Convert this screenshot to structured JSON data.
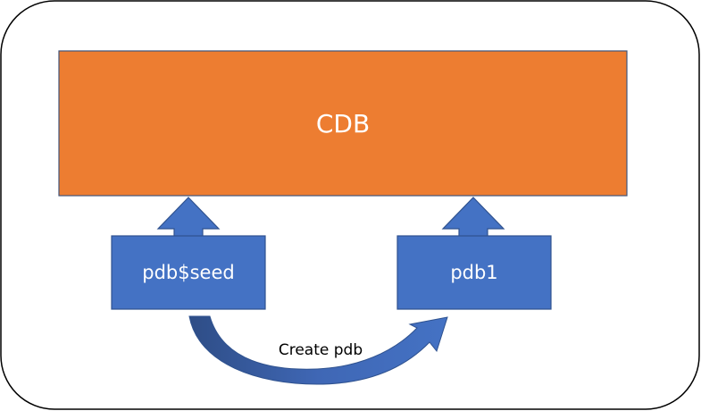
{
  "diagram": {
    "cdb": {
      "label": "CDB"
    },
    "seed": {
      "label": "pdb$seed"
    },
    "pdb1": {
      "label": "pdb1"
    },
    "create_arrow": {
      "label": "Create pdb"
    }
  },
  "colors": {
    "cdb_fill": "#ED7D31",
    "box_fill": "#4472C4",
    "box_stroke": "#2F528F",
    "frame_stroke": "#000000",
    "text_light": "#FFFFFF",
    "text_dark": "#000000"
  }
}
